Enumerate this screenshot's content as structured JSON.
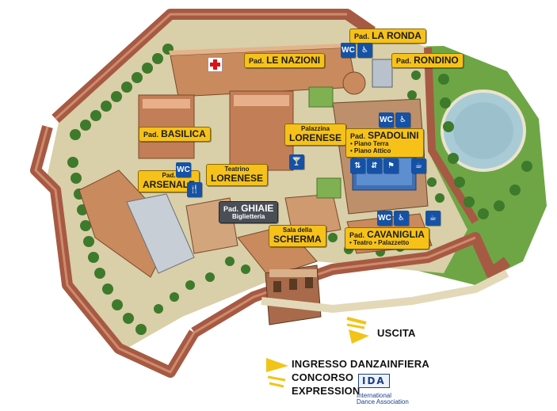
{
  "pavilions": {
    "la_ronda": {
      "prefix": "Pad.",
      "name": "LA RONDA"
    },
    "le_nazioni": {
      "prefix": "Pad.",
      "name": "LE NAZIONI"
    },
    "rondino": {
      "prefix": "Pad.",
      "name": "RONDINO"
    },
    "basilica": {
      "prefix": "Pad.",
      "name": "BASILICA"
    },
    "palazzina_lorenese": {
      "prefix": "Palazzina",
      "name": "LORENESE"
    },
    "spadolini": {
      "prefix": "Pad.",
      "name": "SPADOLINI",
      "sub1": "• Piano Terra",
      "sub2": "• Piano Attico"
    },
    "arsenale": {
      "prefix": "Pad.",
      "name": "ARSENALE"
    },
    "teatrino_lorenese": {
      "prefix": "Teatrino",
      "name": "LORENESE"
    },
    "ghiaie": {
      "prefix": "Pad.",
      "name": "GHIAIE",
      "sub": "Biglietteria"
    },
    "scherma": {
      "prefix": "Sala della",
      "name": "SCHERMA"
    },
    "cavaniglia": {
      "prefix": "Pad.",
      "name": "CAVANIGLIA",
      "sub": "• Teatro  • Palazzetto"
    }
  },
  "services": {
    "wc_label": "WC",
    "icons": [
      "wc-icon",
      "wheelchair-icon",
      "restaurant-icon",
      "coffee-icon",
      "escalator-icon",
      "elevator-icon",
      "first-aid-icon",
      "bar-icon"
    ]
  },
  "exits": {
    "uscita": "USCITA",
    "entrance_line1": "INGRESSO DANZAINFIERA",
    "entrance_line2": "CONCORSO",
    "entrance_line3": "EXPRESSION"
  },
  "ida": {
    "logo": "IDA",
    "line1": "International",
    "line2": "Dance Association"
  },
  "colors": {
    "label_bg": "#f6c21a",
    "label_dark_bg": "#4a4f57",
    "icon_blue": "#1552a5",
    "wall": "#b0624a",
    "grass": "#5c9a3a",
    "water": "#9fc3cf",
    "arrow_yellow": "#f2c417",
    "first_aid_red": "#d8141b"
  }
}
